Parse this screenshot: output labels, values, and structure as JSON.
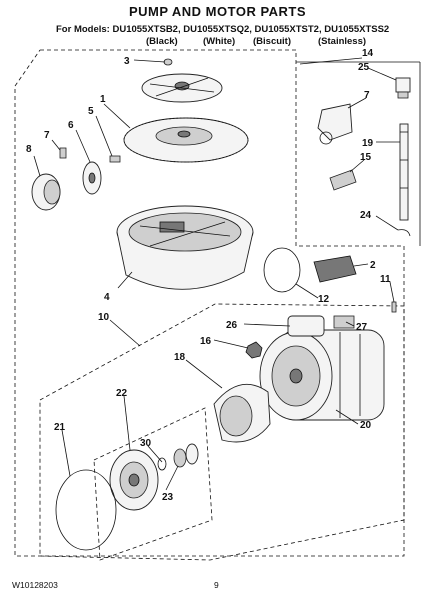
{
  "header": {
    "title": "PUMP AND MOTOR PARTS",
    "models_prefix": "For Models:",
    "models": [
      "DU1055XTSB2,",
      "DU1055XTSQ2,",
      "DU1055XTST2,",
      "DU1055XTSS2"
    ],
    "variants": [
      "(Black)",
      "(White)",
      "(Biscuit)",
      "(Stainless)"
    ]
  },
  "callouts": [
    "1",
    "2",
    "3",
    "4",
    "5",
    "6",
    "7",
    "8",
    "10",
    "11",
    "12",
    "14",
    "15",
    "16",
    "18",
    "19",
    "20",
    "21",
    "22",
    "23",
    "24",
    "25",
    "26",
    "27",
    "30"
  ],
  "footer": {
    "doc_number": "W10128203",
    "page_number": "9"
  }
}
